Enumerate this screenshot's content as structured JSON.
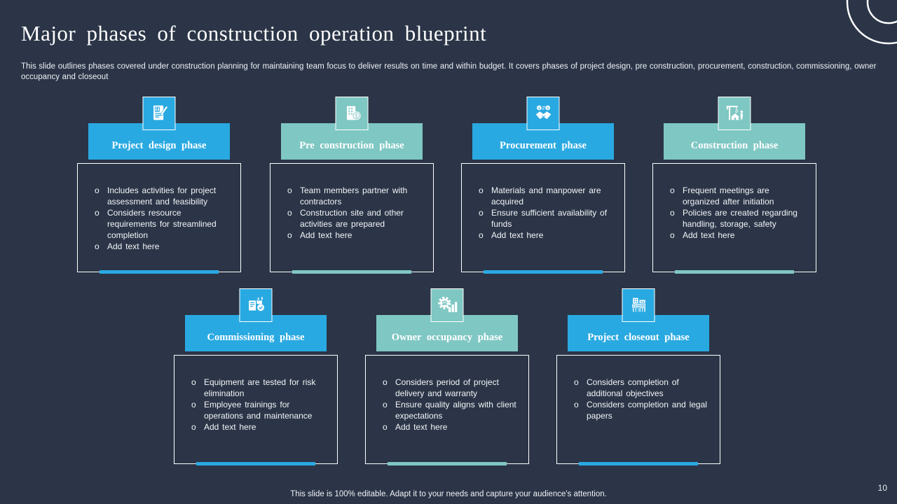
{
  "slide": {
    "title": "Major phases of construction operation blueprint",
    "subtitle": "This slide outlines phases covered under construction planning for maintaining team focus to deliver results on time and within budget. It covers phases of project design, pre construction, procurement, construction, commissioning, owner occupancy and closeout",
    "footer": "This slide is 100% editable. Adapt it to your needs and capture your audience's attention.",
    "page_number": "10"
  },
  "bullet_marker": "o",
  "colors": {
    "background": "#2b3547",
    "accent_blue": "#29a9e1",
    "accent_teal": "#7fc7c3",
    "text": "#ffffff"
  },
  "decoration": {
    "top_right": "concentric-circles"
  },
  "phases": [
    {
      "title": "Project design phase",
      "accent": "blue",
      "icon": "contract-pen-icon",
      "bullets": [
        "Includes activities for project assessment and feasibility",
        "Considers resource requirements for streamlined completion",
        "Add text here"
      ]
    },
    {
      "title": "Pre construction phase",
      "accent": "teal",
      "icon": "building-coin-icon",
      "icon_text": "$",
      "bullets": [
        "Team members partner with contractors",
        "Construction site and other activities are prepared",
        "Add text here"
      ]
    },
    {
      "title": "Procurement phase",
      "accent": "blue",
      "icon": "handshake-coins-icon",
      "icon_text": "$",
      "bullets": [
        "Materials and manpower are acquired",
        "Ensure sufficient availability of funds",
        "Add text here"
      ]
    },
    {
      "title": "Construction phase",
      "accent": "teal",
      "icon": "crane-house-icon",
      "bullets": [
        "Frequent meetings are organized after initiation",
        "Policies are created regarding handling, storage, safety",
        "Add text here"
      ]
    },
    {
      "title": "Commissioning phase",
      "accent": "blue",
      "icon": "factory-check-icon",
      "bullets": [
        "Equipment are tested for risk elimination",
        "Employee trainings for operations and maintenance",
        "Add text here"
      ]
    },
    {
      "title": "Owner occupancy phase",
      "accent": "teal",
      "icon": "gear-chart-icon",
      "bullets": [
        "Considers period of project delivery and warranty",
        "Ensure quality aligns with client expectations",
        "Add text here"
      ]
    },
    {
      "title": "Project closeout phase",
      "accent": "blue",
      "icon": "building-closed-icon",
      "icon_text": "CLOSED",
      "bullets": [
        "Considers completion of additional objectives",
        "Considers completion and legal papers"
      ]
    }
  ]
}
